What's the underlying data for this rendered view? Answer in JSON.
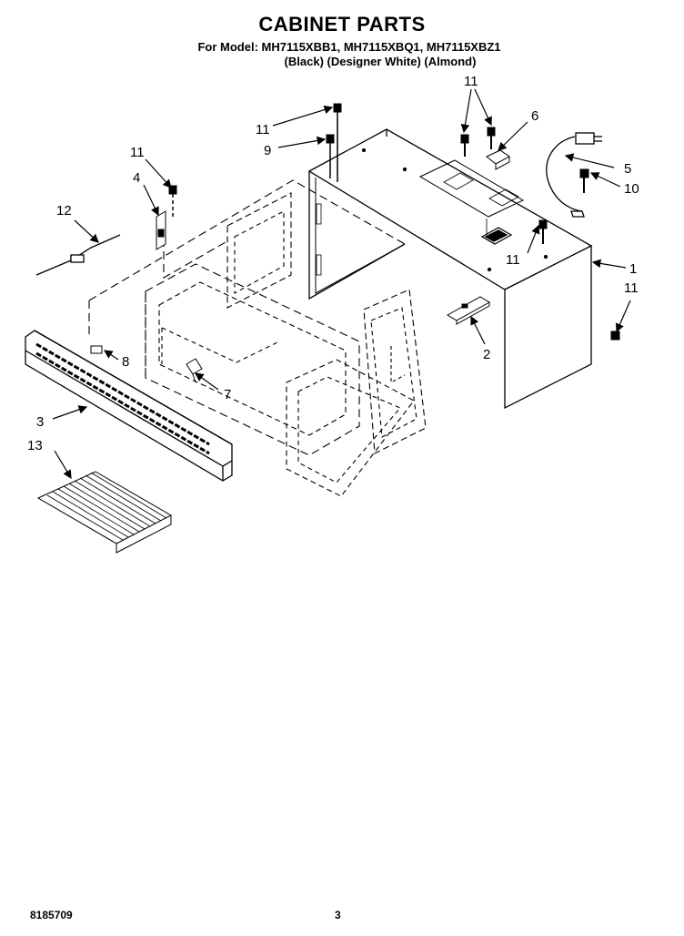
{
  "header": {
    "title": "CABINET PARTS",
    "model_line": "For Model: MH7115XBB1, MH7115XBQ1, MH7115XBZ1",
    "color_line": "(Black) (Designer White) (Almond)"
  },
  "callouts": {
    "c1": "1",
    "c2": "2",
    "c3": "3",
    "c4": "4",
    "c5": "5",
    "c6": "6",
    "c7": "7",
    "c8": "8",
    "c9": "9",
    "c10": "10",
    "c11a": "11",
    "c11b": "11",
    "c11c": "11",
    "c11d": "11",
    "c11e": "11",
    "c12": "12",
    "c13": "13"
  },
  "footer": {
    "doc_number": "8185709",
    "page_number": "3"
  }
}
